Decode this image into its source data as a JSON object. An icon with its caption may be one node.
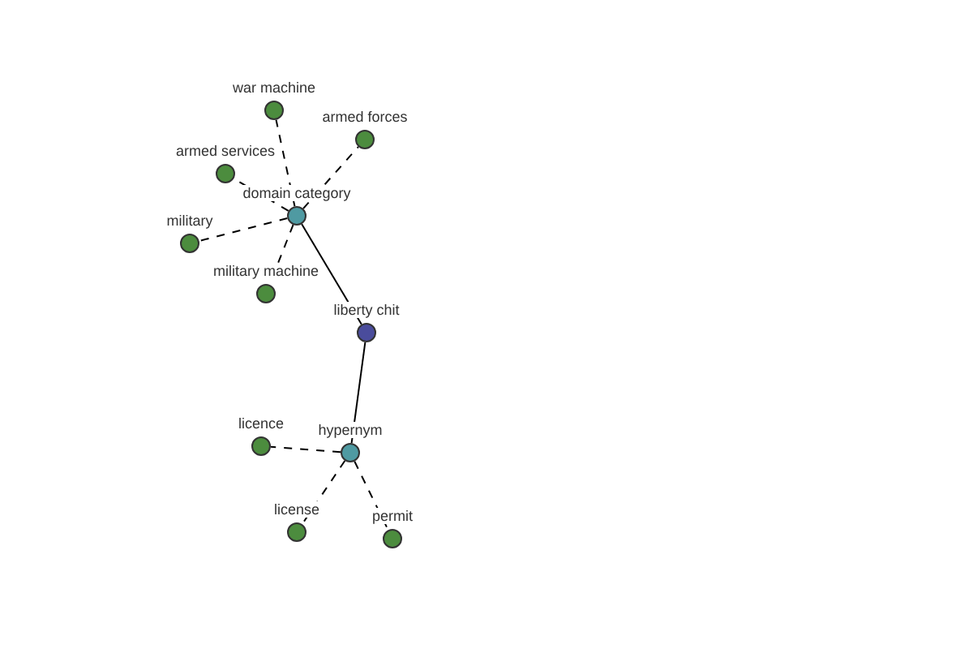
{
  "diagram": {
    "nodes": [
      {
        "text": [
          "war machine"
        ]
      },
      {
        "text": [
          "armed forces"
        ]
      },
      {
        "text": [
          "armed services"
        ]
      },
      {
        "text": [
          "domain category"
        ]
      },
      {
        "text": [
          "military"
        ]
      },
      {
        "text": [
          "military machine"
        ]
      },
      {
        "text": [
          "liberty chit"
        ]
      },
      {
        "text": [
          "licence"
        ]
      },
      {
        "text": [
          "hypernym"
        ]
      },
      {
        "text": [
          "license"
        ]
      },
      {
        "text": [
          "permit"
        ]
      }
    ],
    "edges": [
      {
        "from": 3,
        "to": 0,
        "arrow": "none",
        "style": "dashed"
      },
      {
        "from": 3,
        "to": 1,
        "arrow": "none",
        "style": "dashed"
      },
      {
        "from": 3,
        "to": 2,
        "arrow": "none",
        "style": "dashed"
      },
      {
        "from": 3,
        "to": 4,
        "arrow": "none",
        "style": "dashed"
      },
      {
        "from": 3,
        "to": 5,
        "arrow": "none",
        "style": "dashed"
      },
      {
        "from": 3,
        "to": 6,
        "arrow": "none"
      },
      {
        "from": 6,
        "to": 8,
        "arrow": "none"
      },
      {
        "from": 8,
        "to": 7,
        "arrow": "none",
        "style": "dashed"
      },
      {
        "from": 8,
        "to": 9,
        "arrow": "none",
        "style": "dashed"
      },
      {
        "from": 8,
        "to": 10,
        "arrow": "none",
        "style": "dashed"
      }
    ]
  }
}
